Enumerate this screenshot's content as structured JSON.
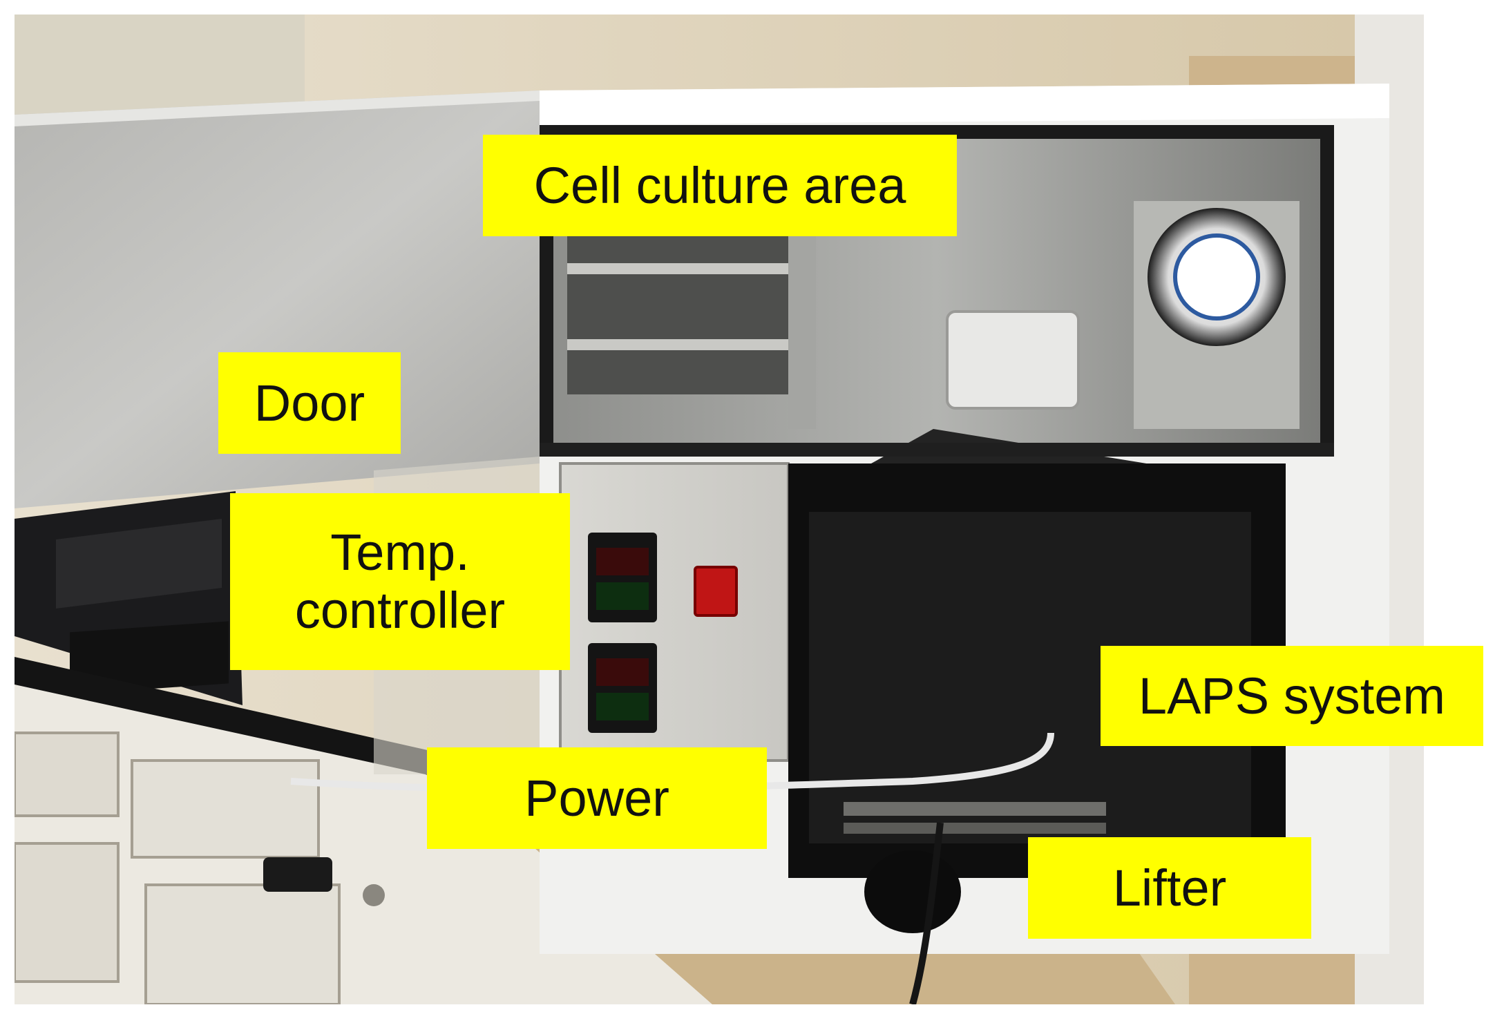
{
  "figure": {
    "labels": {
      "cell_culture_area": "Cell culture area",
      "door": "Door",
      "temp_controller_line1": "Temp.",
      "temp_controller_line2": "controller",
      "laps_system": "LAPS system",
      "power": "Power",
      "lifter": "Lifter"
    },
    "colors": {
      "label_background": "#ffff00",
      "label_text": "#111111"
    }
  }
}
